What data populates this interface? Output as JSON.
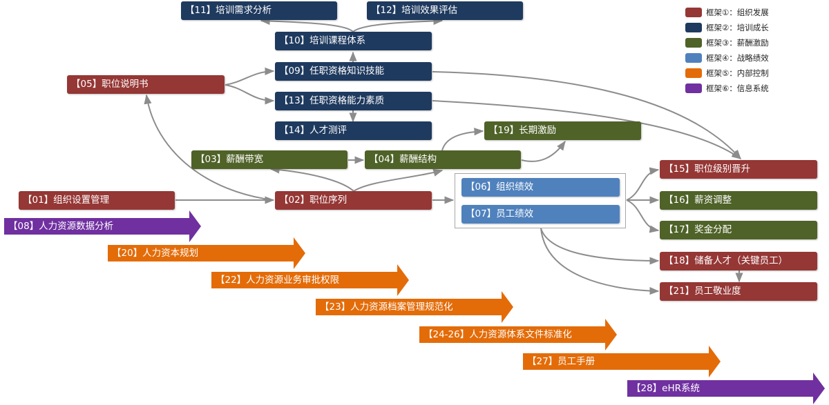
{
  "colors": {
    "org": "#953735",
    "train": "#1f3a5f",
    "pay": "#4f6228",
    "perf": "#4f81bd",
    "control": "#e36c09",
    "info": "#7030a0",
    "connector": "#8c8c8c"
  },
  "legend": [
    {
      "label": "框架①：组织发展",
      "color": "#953735"
    },
    {
      "label": "框架②：培训成长",
      "color": "#1f3a5f"
    },
    {
      "label": "框架③：薪酬激励",
      "color": "#4f6228"
    },
    {
      "label": "框架④：战略绩效",
      "color": "#4f81bd"
    },
    {
      "label": "框架⑤：内部控制",
      "color": "#e36c09"
    },
    {
      "label": "框架⑥：信息系统",
      "color": "#7030a0"
    }
  ],
  "nodes": {
    "n11": "【11】培训需求分析",
    "n12": "【12】培训效果评估",
    "n10": "【10】培训课程体系",
    "n09": "【09】任职资格知识技能",
    "n13": "【13】任职资格能力素质",
    "n14": "【14】人才测评",
    "n05": "【05】职位说明书",
    "n19": "【19】长期激励",
    "n03": "【03】薪酬带宽",
    "n04": "【04】薪酬结构",
    "n01": "【01】组织设置管理",
    "n02": "【02】职位序列",
    "n06": "【06】组织绩效",
    "n07": "【07】员工绩效",
    "n15": "【15】职位级别晋升",
    "n16": "【16】薪资调整",
    "n17": "【17】奖金分配",
    "n18": "【18】储备人才（关键员工）",
    "n21": "【21】员工敬业度"
  },
  "bands": {
    "b08": "【08】人力资源数据分析",
    "b20": "【20】人力资本规划",
    "b22": "【22】人力资源业务审批权限",
    "b23": "【23】人力资源档案管理规范化",
    "b2426": "【24-26】人力资源体系文件标准化",
    "b27": "【27】员工手册",
    "b28": "【28】eHR系统"
  }
}
